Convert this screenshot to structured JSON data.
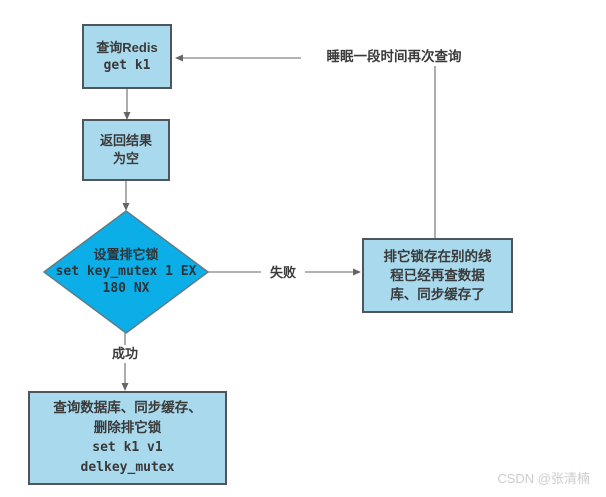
{
  "diagram": {
    "nodes": {
      "query_redis": {
        "line1": "查询Redis",
        "line2": "get k1"
      },
      "empty_result": {
        "line1": "返回结果",
        "line2": "为空"
      },
      "set_mutex": {
        "line1": "设置排它锁",
        "line2": "set key_mutex 1 EX",
        "line3": "180 NX"
      },
      "lock_held": {
        "line1": "排它锁存在别的线",
        "line2": "程已经再查数据",
        "line3": "库、同步缓存了"
      },
      "query_db": {
        "line1": "查询数据库、同步缓存、",
        "line2": "删除排它锁",
        "line3": "set k1 v1",
        "line4": "delkey_mutex"
      }
    },
    "labels": {
      "retry": "睡眠一段时间再次查询",
      "fail": "失败",
      "success": "成功"
    },
    "watermark": "CSDN @张清楠",
    "colors": {
      "box_fill": "#a9d9ec",
      "box_border": "#4e565b",
      "diamond_fill": "#0caee8",
      "diamond_border": "#5e7c88",
      "connector_line": "#989898",
      "arrowhead": "#666666",
      "text": "#3a3a3a",
      "watermark_text": "#cccccc"
    }
  }
}
